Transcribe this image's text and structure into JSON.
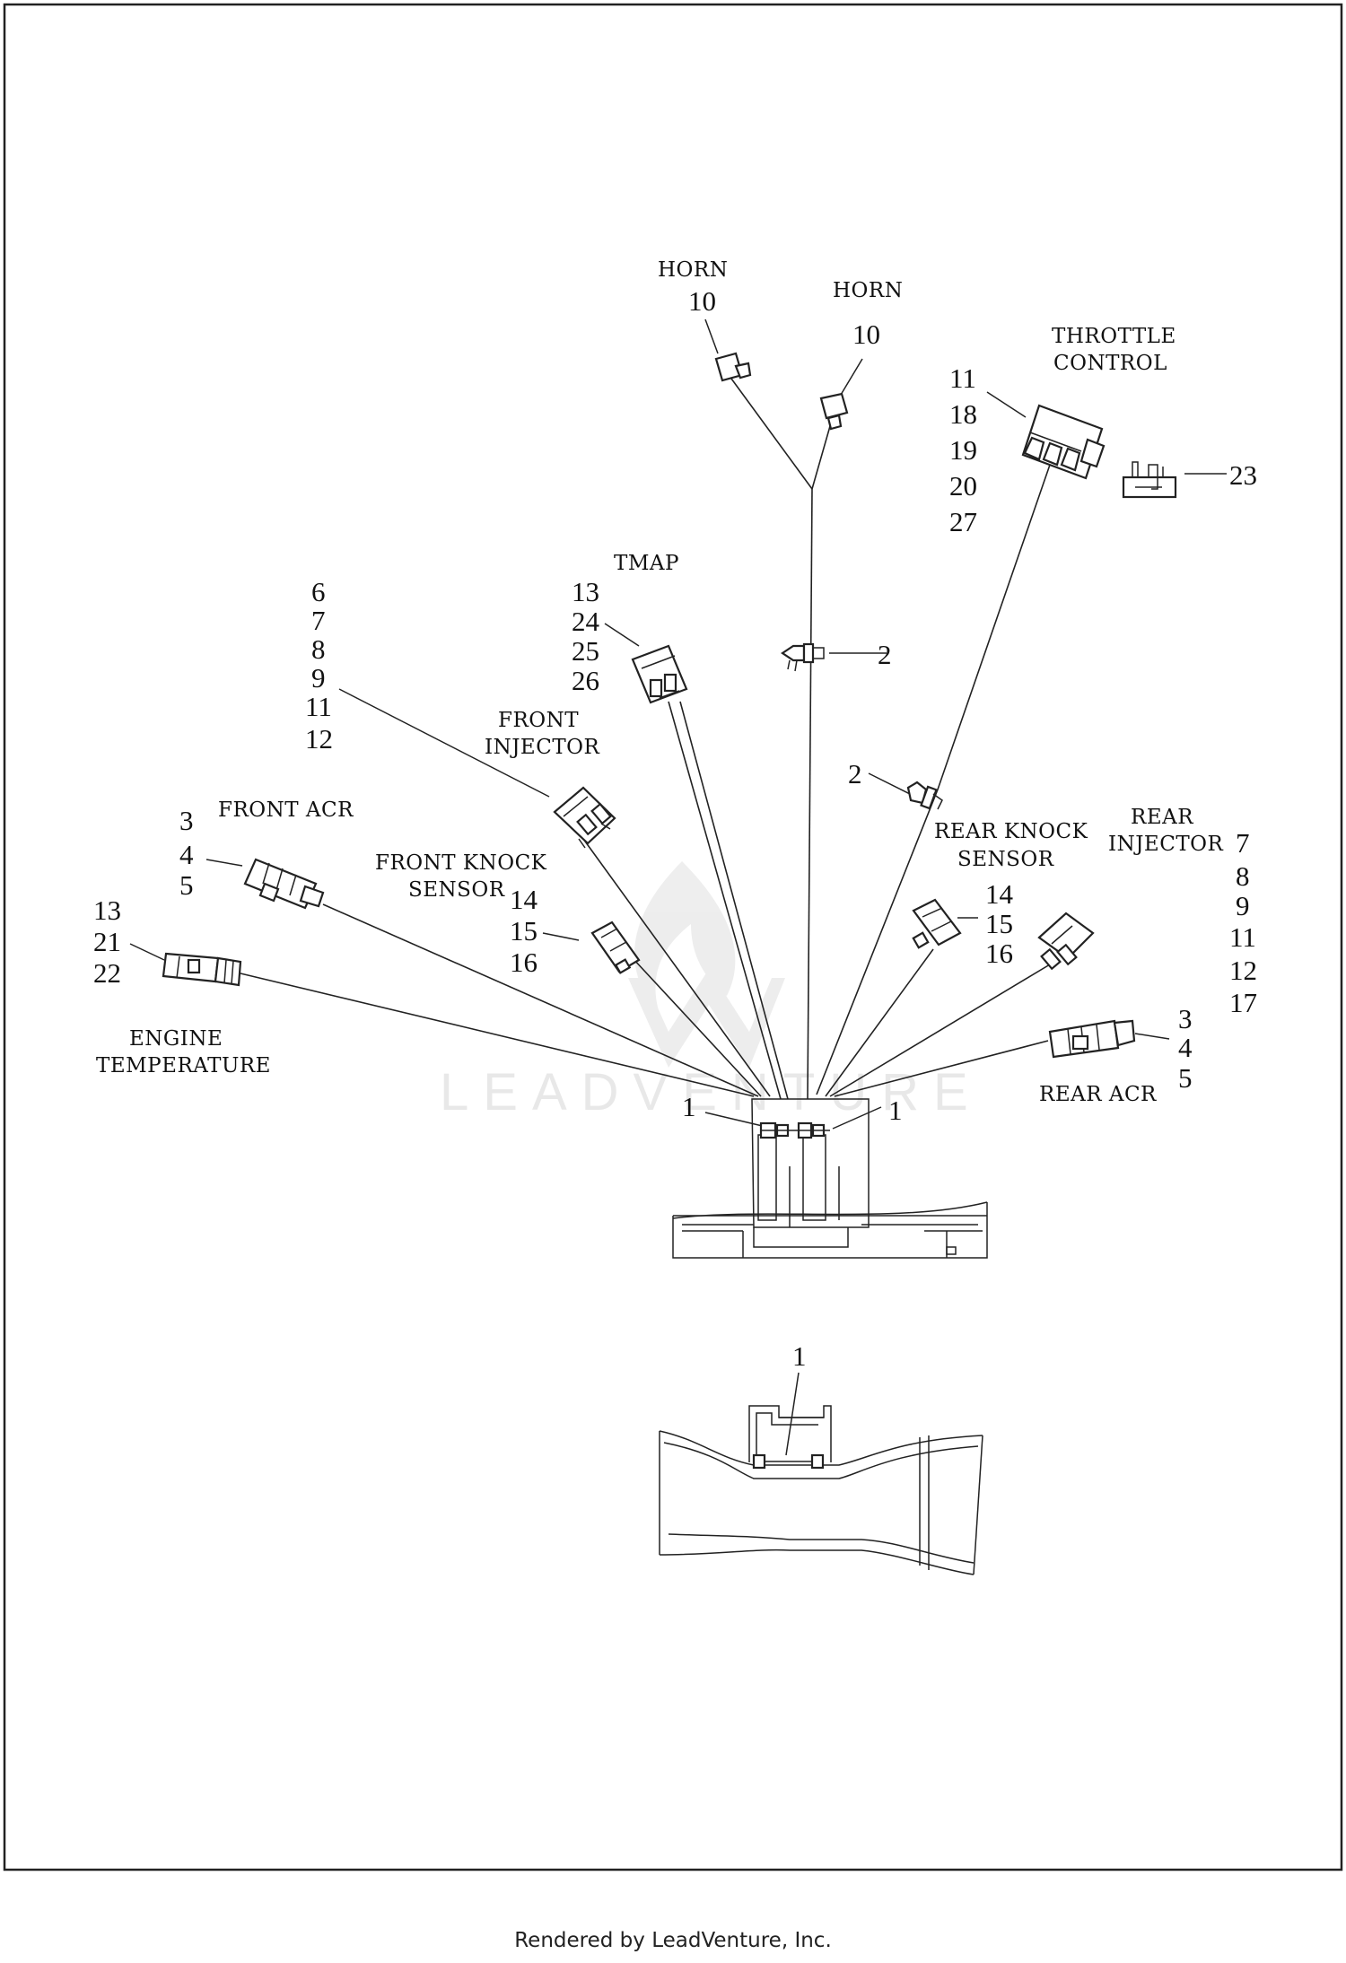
{
  "callouts": {
    "horn_left": {
      "label": "HORN",
      "numbers": "10"
    },
    "horn_right": {
      "label": "HORN",
      "numbers": "10"
    },
    "throttle": {
      "label_1": "THROTTLE",
      "label_2": "CONTROL",
      "numbers": [
        "11",
        "18",
        "19",
        "20",
        "27"
      ]
    },
    "part_23": {
      "numbers": "23"
    },
    "tmap": {
      "label": "TMAP",
      "numbers": [
        "13",
        "24",
        "25",
        "26"
      ]
    },
    "part_2_top": {
      "numbers": "2"
    },
    "part_2_mid": {
      "numbers": "2"
    },
    "front_injector": {
      "label_1": "FRONT",
      "label_2": "INJECTOR",
      "numbers": [
        "6",
        "7",
        "8",
        "9",
        "11",
        "12"
      ]
    },
    "front_acr": {
      "label": "FRONT ACR",
      "numbers": [
        "3",
        "4",
        "5"
      ]
    },
    "front_knock": {
      "label_1": "FRONT KNOCK",
      "label_2": "SENSOR",
      "numbers": [
        "14",
        "15",
        "16"
      ]
    },
    "engine_temp": {
      "label_1": "ENGINE",
      "label_2": "TEMPERATURE",
      "numbers": [
        "13",
        "21",
        "22"
      ]
    },
    "rear_knock": {
      "label_1": "REAR KNOCK",
      "label_2": "SENSOR",
      "numbers": [
        "14",
        "15",
        "16"
      ]
    },
    "rear_injector": {
      "label_1": "REAR",
      "label_2": "INJECTOR",
      "numbers": [
        "7",
        "8",
        "9",
        "11",
        "12",
        "17"
      ]
    },
    "rear_acr": {
      "label": "REAR ACR",
      "numbers": [
        "3",
        "4",
        "5"
      ]
    },
    "clip_left": {
      "numbers": "1"
    },
    "clip_right": {
      "numbers": "1"
    },
    "detail_clip": {
      "numbers": "1"
    }
  },
  "watermark": "LEADVENTURE",
  "footer": "Rendered by LeadVenture, Inc."
}
